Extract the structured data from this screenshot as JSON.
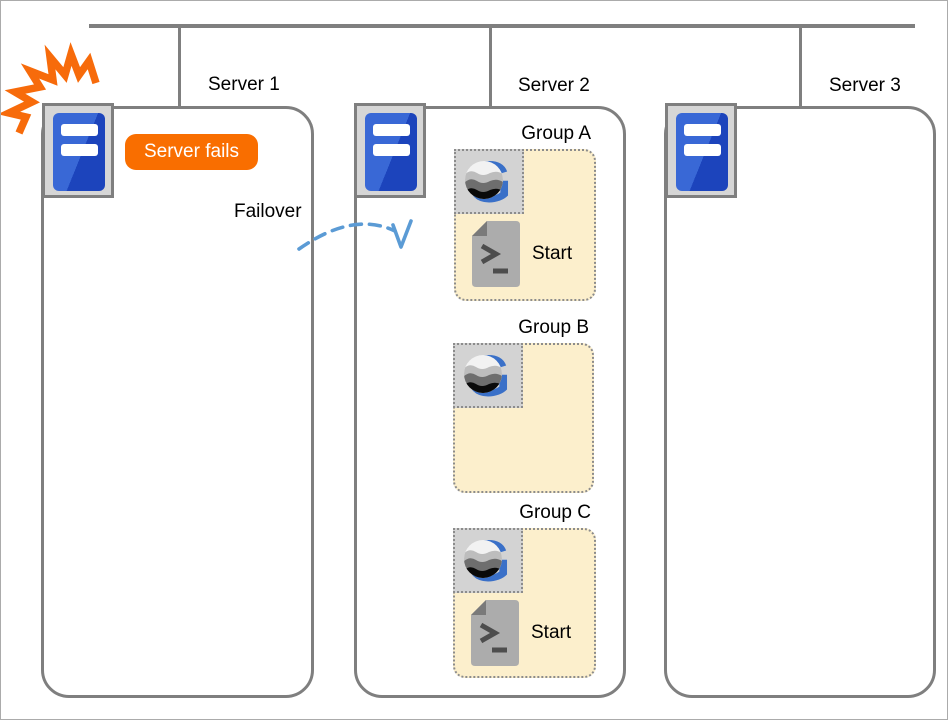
{
  "diagram": {
    "failover_label": "Failover",
    "servers": [
      {
        "label": "Server 1",
        "badge": "Server fails"
      },
      {
        "label": "Server 2",
        "groups": [
          {
            "label": "Group A",
            "start_label": "Start"
          },
          {
            "label": "Group B"
          },
          {
            "label": "Group C",
            "start_label": "Start"
          }
        ]
      },
      {
        "label": "Server 3"
      }
    ],
    "icons": {
      "server": "server-icon",
      "app": "g-logo-icon",
      "script": "script-start-icon",
      "crash": "starburst-crash-icon",
      "arrow": "failover-arrow-icon"
    },
    "colors": {
      "accent_orange": "#F96E00",
      "server_blue": "#2150C8",
      "g_logo_blue": "#3A70C8",
      "failover_arrow_blue": "#5B9BD5",
      "group_fill": "#FCEFCC",
      "line_gray": "#7F7F7F"
    }
  }
}
